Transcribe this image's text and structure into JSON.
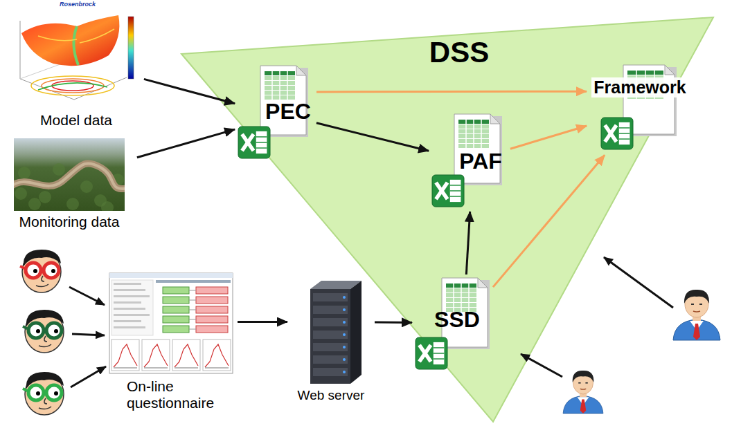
{
  "diagram": {
    "nodes": [
      {
        "text": [
          "Model data"
        ]
      },
      {
        "text": [
          "Monitoring data"
        ]
      },
      {
        "text": [
          "DSS"
        ]
      },
      {
        "text": [
          "PEC"
        ],
        "in": 2
      },
      {
        "text": [
          "Framework"
        ],
        "in": 2
      },
      {
        "text": [
          "PAF"
        ],
        "in": 2
      },
      {
        "text": [
          "SSD"
        ],
        "in": 2
      },
      {
        "text": [
          "On-line questionnaire"
        ]
      },
      {
        "text": [
          "Web server"
        ]
      }
    ],
    "edges": [
      {
        "from": 0,
        "to": 3,
        "arrow": "to"
      },
      {
        "from": 1,
        "to": 3,
        "arrow": "to"
      },
      {
        "from": 3,
        "to": 5,
        "arrow": "to"
      },
      {
        "from": 3,
        "to": 4,
        "arrow": "to"
      },
      {
        "from": 5,
        "to": 4,
        "arrow": "to"
      },
      {
        "from": 6,
        "to": 5,
        "arrow": "to"
      },
      {
        "from": 6,
        "to": 4,
        "arrow": "to"
      },
      {
        "from": 7,
        "to": 8,
        "arrow": "to"
      },
      {
        "from": 8,
        "to": 6,
        "arrow": "to"
      }
    ],
    "labels": [
      "Rosenbrock"
    ]
  }
}
